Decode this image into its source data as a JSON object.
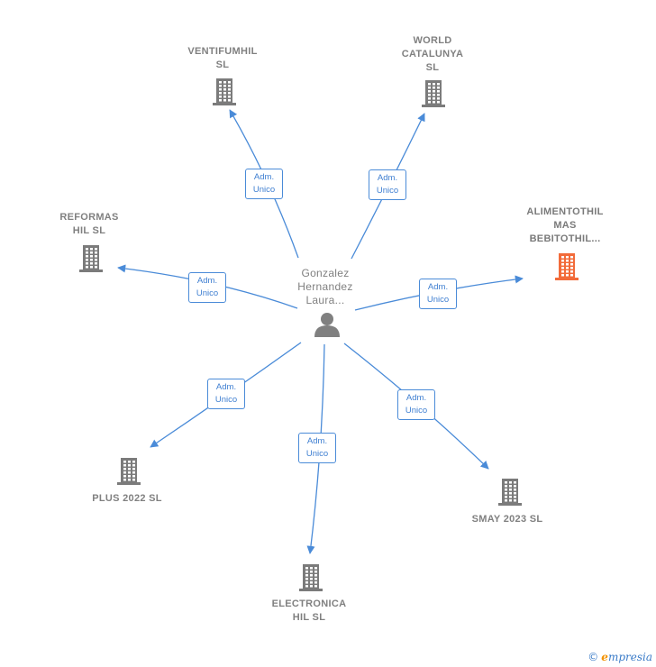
{
  "center": {
    "label": "Gonzalez\nHernandez\nLaura..."
  },
  "companies": [
    {
      "id": "ventifumhil",
      "name": "VENTIFUMHIL\nSL",
      "role": "Adm.\nUnico",
      "highlight": false
    },
    {
      "id": "world",
      "name": "WORLD\nCATALUNYA\nSL",
      "role": "Adm.\nUnico",
      "highlight": false
    },
    {
      "id": "reformas",
      "name": "REFORMAS\nHIL  SL",
      "role": "Adm.\nUnico",
      "highlight": false
    },
    {
      "id": "alimentothil",
      "name": "ALIMENTOTHIL\nMAS\nBEBITOTHIL...",
      "role": "Adm.\nUnico",
      "highlight": true
    },
    {
      "id": "plus",
      "name": "PLUS 2022  SL",
      "role": "Adm.\nUnico",
      "highlight": false
    },
    {
      "id": "electronica",
      "name": "ELECTRONICA\nHIL  SL",
      "role": "Adm.\nUnico",
      "highlight": false
    },
    {
      "id": "smay",
      "name": "SMAY 2023  SL",
      "role": "Adm.\nUnico",
      "highlight": false
    }
  ],
  "colors": {
    "edge": "#4a8bd8",
    "building": "#7b7b7b",
    "building_highlight": "#f26b3a",
    "person": "#808080"
  },
  "credit": {
    "symbol": "©",
    "brand_first": "e",
    "brand_rest": "mpresia"
  }
}
